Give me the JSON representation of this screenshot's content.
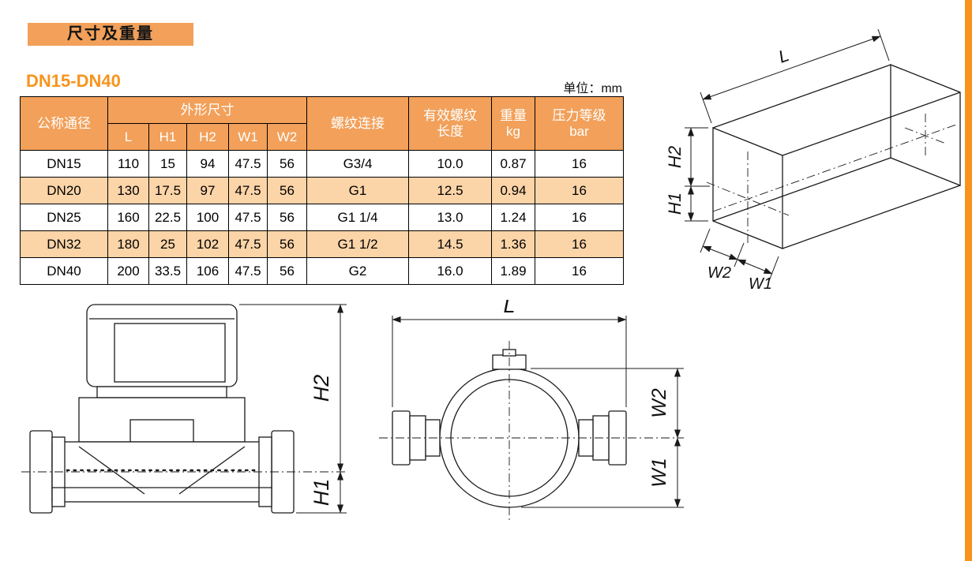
{
  "page": {
    "badge": "尺寸及重量",
    "section_title": "DN15-DN40",
    "unit_label": "单位：mm"
  },
  "colors": {
    "accent": "#F7941E",
    "table_header_bg": "#F2A05A",
    "row_highlight_bg": "#FBD4A8"
  },
  "table": {
    "headers": {
      "nominal": "公称通径",
      "dims_group": "外形尺寸",
      "dims": [
        "L",
        "H1",
        "H2",
        "W1",
        "W2"
      ],
      "thread": "螺纹连接",
      "thread_length": [
        "有效螺纹",
        "长度"
      ],
      "weight": [
        "重量",
        "kg"
      ],
      "pressure": [
        "压力等级",
        "bar"
      ]
    },
    "rows": [
      {
        "highlight": false,
        "cells": [
          "DN15",
          "110",
          "15",
          "94",
          "47.5",
          "56",
          "G3/4",
          "10.0",
          "0.87",
          "16"
        ]
      },
      {
        "highlight": true,
        "cells": [
          "DN20",
          "130",
          "17.5",
          "97",
          "47.5",
          "56",
          "G1",
          "12.5",
          "0.94",
          "16"
        ]
      },
      {
        "highlight": false,
        "cells": [
          "DN25",
          "160",
          "22.5",
          "100",
          "47.5",
          "56",
          "G1 1/4",
          "13.0",
          "1.24",
          "16"
        ]
      },
      {
        "highlight": true,
        "cells": [
          "DN32",
          "180",
          "25",
          "102",
          "47.5",
          "56",
          "G1 1/2",
          "14.5",
          "1.36",
          "16"
        ]
      },
      {
        "highlight": false,
        "cells": [
          "DN40",
          "200",
          "33.5",
          "106",
          "47.5",
          "56",
          "G2",
          "16.0",
          "1.89",
          "16"
        ]
      }
    ]
  },
  "drawings": {
    "labels": {
      "l": "L",
      "h1": "H1",
      "h2": "H2",
      "w1": "W1",
      "w2": "W2"
    }
  }
}
